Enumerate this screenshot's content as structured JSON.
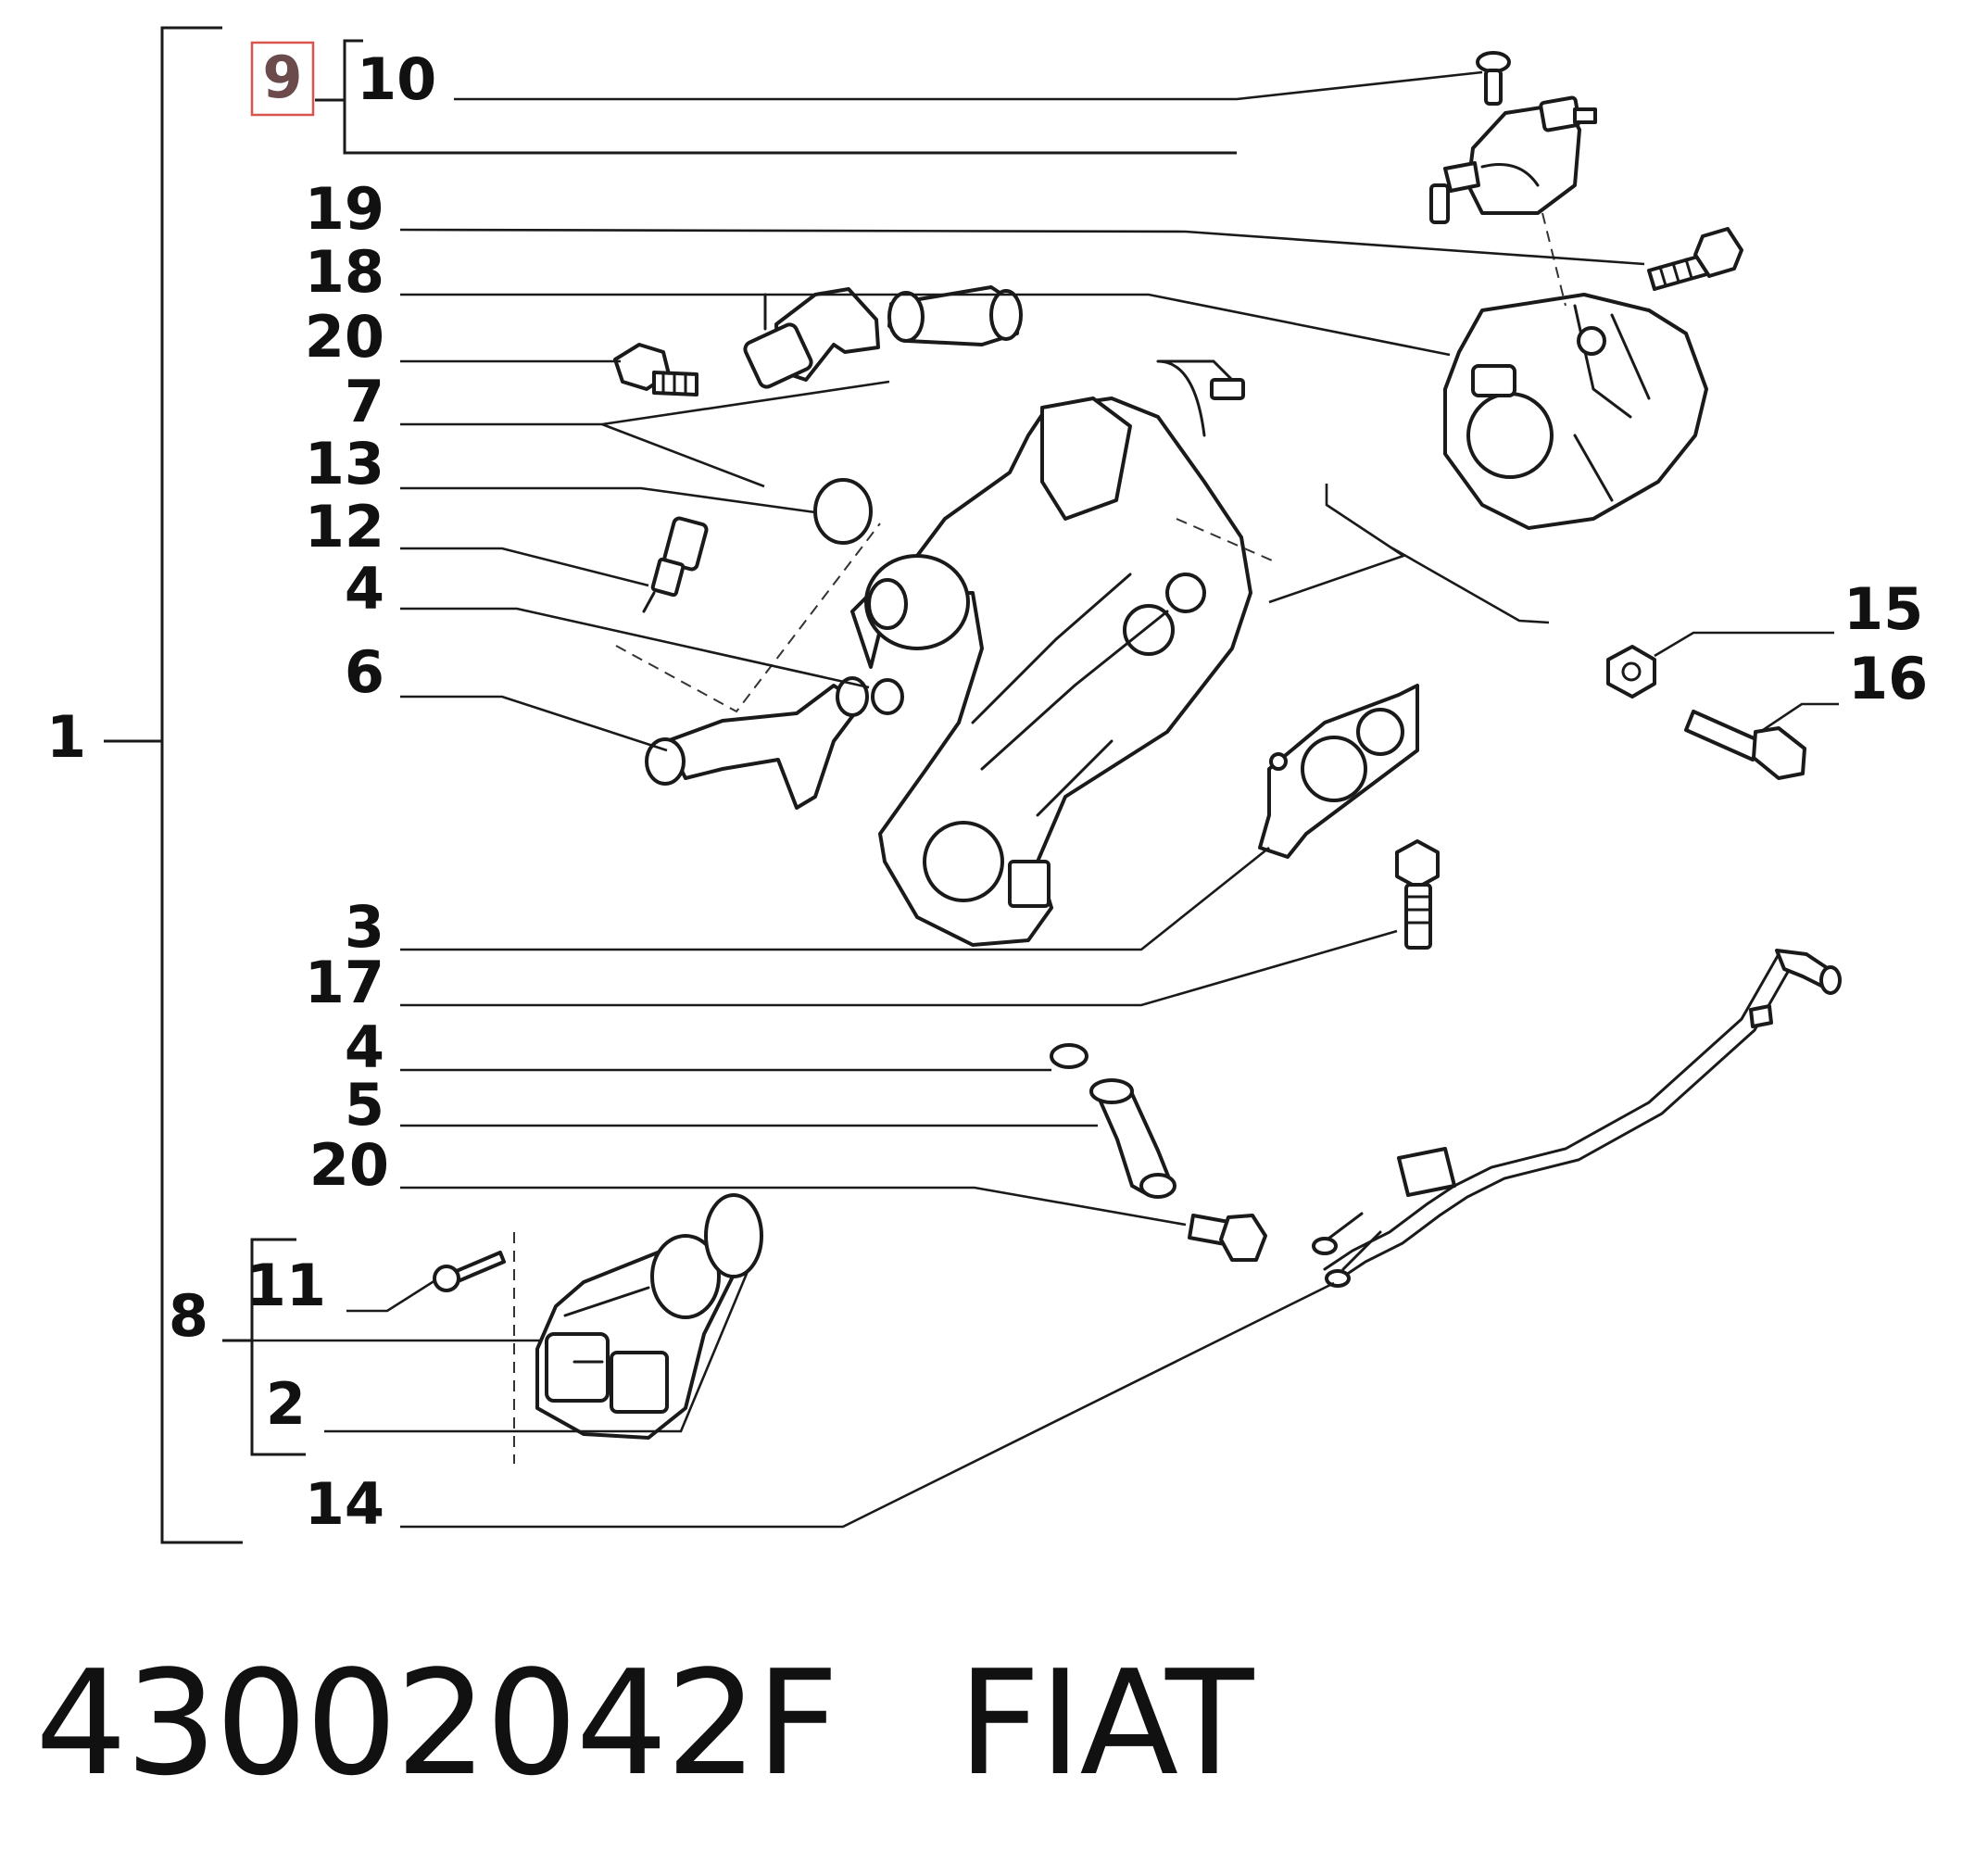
{
  "callouts": {
    "c1": "1",
    "c2": "2",
    "c3": "3",
    "c4a": "4",
    "c4b": "4",
    "c5": "5",
    "c6": "6",
    "c7": "7",
    "c8": "8",
    "c9": "9",
    "c10": "10",
    "c11": "11",
    "c12": "12",
    "c13": "13",
    "c14": "14",
    "c15": "15",
    "c16": "16",
    "c17": "17",
    "c18": "18",
    "c19": "19",
    "c20a": "20",
    "c20b": "20"
  },
  "selected_callout": "9",
  "highlight_color": "#d9534f",
  "caption": {
    "part_number": "43002042F",
    "brand": "FIAT"
  }
}
